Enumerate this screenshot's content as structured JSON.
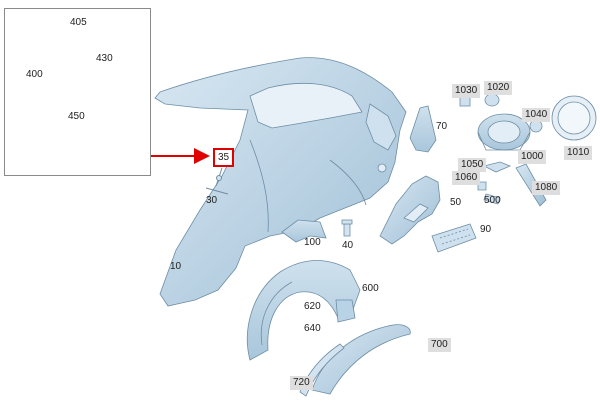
{
  "callouts": {
    "c405": "405",
    "c430": "430",
    "c400": "400",
    "c450": "450",
    "c35": "35",
    "c30": "30",
    "c10": "10",
    "c1030": "1030",
    "c1020": "1020",
    "c1040": "1040",
    "c1010": "1010",
    "c70": "70",
    "c1050": "1050",
    "c1060": "1060",
    "c1000": "1000",
    "c1080": "1080",
    "c500": "500",
    "c50": "50",
    "c90": "90",
    "c100": "100",
    "c40": "40",
    "c600": "600",
    "c620": "620",
    "c640": "640",
    "c700": "700",
    "c720": "720"
  },
  "colors": {
    "part_fill": "#b9d3e6",
    "part_fill_light": "#d3e4f0",
    "part_stroke": "#6d8ea6",
    "highlight": "#e10000",
    "tag_bg": "#dedede"
  }
}
